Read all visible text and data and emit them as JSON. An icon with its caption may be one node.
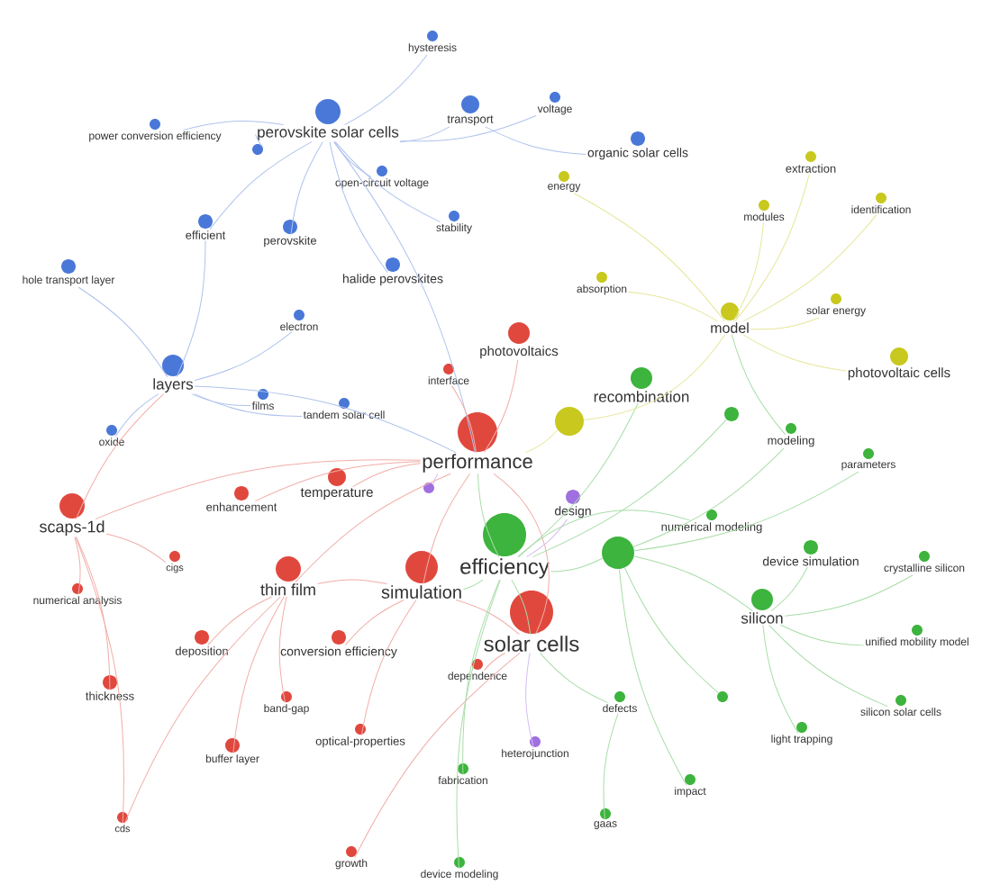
{
  "diagram": {
    "nodes": [
      {
        "text": [
          "hysteresis"
        ]
      },
      {
        "text": [
          "perovskite solar cells"
        ]
      },
      {
        "text": [
          "transport"
        ]
      },
      {
        "text": [
          "voltage"
        ]
      },
      {
        "text": [
          "power conversion efficiency"
        ]
      },
      {
        "text": [
          "organic solar cells"
        ]
      },
      {
        "text": [
          "extraction"
        ]
      },
      {
        "text": [
          "open-circuit voltage"
        ]
      },
      {
        "text": [
          "energy"
        ]
      },
      {
        "text": [
          "modules"
        ]
      },
      {
        "text": [
          "identification"
        ]
      },
      {
        "text": [
          "efficient"
        ]
      },
      {
        "text": [
          "perovskite"
        ]
      },
      {
        "text": [
          "stability"
        ]
      },
      {
        "text": [
          "hole transport layer"
        ]
      },
      {
        "text": [
          "halide perovskites"
        ]
      },
      {
        "text": [
          "absorption"
        ]
      },
      {
        "text": [
          "electron"
        ]
      },
      {
        "text": [
          "photovoltaics"
        ]
      },
      {
        "text": [
          "model"
        ]
      },
      {
        "text": [
          "solar energy"
        ]
      },
      {
        "text": [
          "layers"
        ]
      },
      {
        "text": [
          "films"
        ]
      },
      {
        "text": [
          "tandem solar cell"
        ]
      },
      {
        "text": [
          "interface"
        ]
      },
      {
        "text": [
          "recombination"
        ]
      },
      {
        "text": [
          "photovoltaic cells"
        ]
      },
      {
        "text": [
          "oxide"
        ]
      },
      {
        "text": [
          "performance"
        ]
      },
      {
        "text": [],
        "shape": "circle"
      },
      {
        "text": [],
        "shape": "circle"
      },
      {
        "text": [
          "modeling"
        ]
      },
      {
        "text": [
          "parameters"
        ]
      },
      {
        "text": [
          "enhancement"
        ]
      },
      {
        "text": [
          "temperature"
        ]
      },
      {
        "text": [],
        "shape": "circle"
      },
      {
        "text": [
          "design"
        ]
      },
      {
        "text": [
          "scaps-1d"
        ]
      },
      {
        "text": [
          "efficiency"
        ]
      },
      {
        "text": [],
        "shape": "circle"
      },
      {
        "text": [
          "numerical modeling"
        ]
      },
      {
        "text": [
          "cigs"
        ]
      },
      {
        "text": [
          "thin film"
        ]
      },
      {
        "text": [
          "simulation"
        ]
      },
      {
        "text": [
          "device simulation"
        ]
      },
      {
        "text": [
          "crystalline silicon"
        ]
      },
      {
        "text": [
          "solar cells"
        ]
      },
      {
        "text": [
          "numerical analysis"
        ]
      },
      {
        "text": [
          "silicon"
        ]
      },
      {
        "text": [
          "deposition"
        ]
      },
      {
        "text": [
          "conversion efficiency"
        ]
      },
      {
        "text": [
          "unified mobility model"
        ]
      },
      {
        "text": [
          "dependence"
        ]
      },
      {
        "text": [
          "thickness"
        ]
      },
      {
        "text": [
          "band-gap"
        ]
      },
      {
        "text": [
          "defects"
        ]
      },
      {
        "text": [],
        "shape": "circle"
      },
      {
        "text": [
          "silicon solar cells"
        ]
      },
      {
        "text": [
          "optical-properties"
        ]
      },
      {
        "text": [
          "buffer layer"
        ]
      },
      {
        "text": [
          "heterojunction"
        ]
      },
      {
        "text": [
          "light trapping"
        ]
      },
      {
        "text": [
          "fabrication"
        ]
      },
      {
        "text": [
          "impact"
        ]
      },
      {
        "text": [
          "cds"
        ]
      },
      {
        "text": [
          "gaas"
        ]
      },
      {
        "text": [
          "growth"
        ]
      },
      {
        "text": [
          "device modeling"
        ]
      },
      {
        "text": [],
        "shape": "circle"
      }
    ],
    "edges": [
      {
        "from": 0,
        "to": 1,
        "arrow": "none"
      },
      {
        "from": 2,
        "to": 1,
        "arrow": "none"
      },
      {
        "from": 3,
        "to": 1,
        "arrow": "none"
      },
      {
        "from": 4,
        "to": 1,
        "arrow": "none"
      },
      {
        "from": 7,
        "to": 1,
        "arrow": "none"
      },
      {
        "from": 11,
        "to": 1,
        "arrow": "none"
      },
      {
        "from": 12,
        "to": 1,
        "arrow": "none"
      },
      {
        "from": 13,
        "to": 1,
        "arrow": "none"
      },
      {
        "from": 15,
        "to": 1,
        "arrow": "none"
      },
      {
        "from": 29,
        "to": 1,
        "arrow": "none"
      },
      {
        "from": 5,
        "to": 2,
        "arrow": "none"
      },
      {
        "from": 14,
        "to": 21,
        "arrow": "none"
      },
      {
        "from": 11,
        "to": 21,
        "arrow": "none"
      },
      {
        "from": 17,
        "to": 21,
        "arrow": "none"
      },
      {
        "from": 22,
        "to": 21,
        "arrow": "none"
      },
      {
        "from": 27,
        "to": 21,
        "arrow": "none"
      },
      {
        "from": 23,
        "to": 21,
        "arrow": "none"
      },
      {
        "from": 21,
        "to": 28,
        "arrow": "none"
      },
      {
        "from": 1,
        "to": 28,
        "arrow": "none"
      },
      {
        "from": 18,
        "to": 28,
        "arrow": "none"
      },
      {
        "from": 24,
        "to": 28,
        "arrow": "none"
      },
      {
        "from": 33,
        "to": 28,
        "arrow": "none"
      },
      {
        "from": 34,
        "to": 28,
        "arrow": "none"
      },
      {
        "from": 43,
        "to": 28,
        "arrow": "none"
      },
      {
        "from": 46,
        "to": 28,
        "arrow": "none"
      },
      {
        "from": 42,
        "to": 28,
        "arrow": "none"
      },
      {
        "from": 37,
        "to": 28,
        "arrow": "none"
      },
      {
        "from": 43,
        "to": 46,
        "arrow": "none"
      },
      {
        "from": 42,
        "to": 43,
        "arrow": "none"
      },
      {
        "from": 37,
        "to": 41,
        "arrow": "none"
      },
      {
        "from": 37,
        "to": 47,
        "arrow": "none"
      },
      {
        "from": 37,
        "to": 53,
        "arrow": "none"
      },
      {
        "from": 37,
        "to": 64,
        "arrow": "none"
      },
      {
        "from": 37,
        "to": 21,
        "arrow": "none"
      },
      {
        "from": 49,
        "to": 42,
        "arrow": "none"
      },
      {
        "from": 50,
        "to": 43,
        "arrow": "none"
      },
      {
        "from": 52,
        "to": 46,
        "arrow": "none"
      },
      {
        "from": 54,
        "to": 42,
        "arrow": "none"
      },
      {
        "from": 58,
        "to": 43,
        "arrow": "none"
      },
      {
        "from": 59,
        "to": 42,
        "arrow": "none"
      },
      {
        "from": 66,
        "to": 46,
        "arrow": "none"
      },
      {
        "from": 64,
        "to": 42,
        "arrow": "none"
      },
      {
        "from": 25,
        "to": 38,
        "arrow": "none"
      },
      {
        "from": 56,
        "to": 38,
        "arrow": "none"
      },
      {
        "from": 30,
        "to": 38,
        "arrow": "none"
      },
      {
        "from": 40,
        "to": 38,
        "arrow": "none"
      },
      {
        "from": 56,
        "to": 48,
        "arrow": "none"
      },
      {
        "from": 31,
        "to": 56,
        "arrow": "none"
      },
      {
        "from": 32,
        "to": 56,
        "arrow": "none"
      },
      {
        "from": 44,
        "to": 48,
        "arrow": "none"
      },
      {
        "from": 45,
        "to": 48,
        "arrow": "none"
      },
      {
        "from": 51,
        "to": 48,
        "arrow": "none"
      },
      {
        "from": 57,
        "to": 48,
        "arrow": "none"
      },
      {
        "from": 55,
        "to": 46,
        "arrow": "none"
      },
      {
        "from": 68,
        "to": 56,
        "arrow": "none"
      },
      {
        "from": 61,
        "to": 48,
        "arrow": "none"
      },
      {
        "from": 62,
        "to": 38,
        "arrow": "none"
      },
      {
        "from": 63,
        "to": 56,
        "arrow": "none"
      },
      {
        "from": 65,
        "to": 55,
        "arrow": "none"
      },
      {
        "from": 67,
        "to": 38,
        "arrow": "none"
      },
      {
        "from": 38,
        "to": 46,
        "arrow": "none"
      },
      {
        "from": 38,
        "to": 28,
        "arrow": "none"
      },
      {
        "from": 38,
        "to": 43,
        "arrow": "none"
      },
      {
        "from": 6,
        "to": 19,
        "arrow": "none"
      },
      {
        "from": 9,
        "to": 19,
        "arrow": "none"
      },
      {
        "from": 10,
        "to": 19,
        "arrow": "none"
      },
      {
        "from": 16,
        "to": 19,
        "arrow": "none"
      },
      {
        "from": 20,
        "to": 19,
        "arrow": "none"
      },
      {
        "from": 26,
        "to": 19,
        "arrow": "none"
      },
      {
        "from": 35,
        "to": 19,
        "arrow": "none"
      },
      {
        "from": 8,
        "to": 19,
        "arrow": "none"
      },
      {
        "from": 35,
        "to": 28,
        "arrow": "none"
      },
      {
        "from": 31,
        "to": 19,
        "arrow": "none"
      },
      {
        "from": 36,
        "to": 38,
        "arrow": "none"
      },
      {
        "from": 39,
        "to": 28,
        "arrow": "none"
      },
      {
        "from": 60,
        "to": 46,
        "arrow": "none"
      }
    ]
  }
}
